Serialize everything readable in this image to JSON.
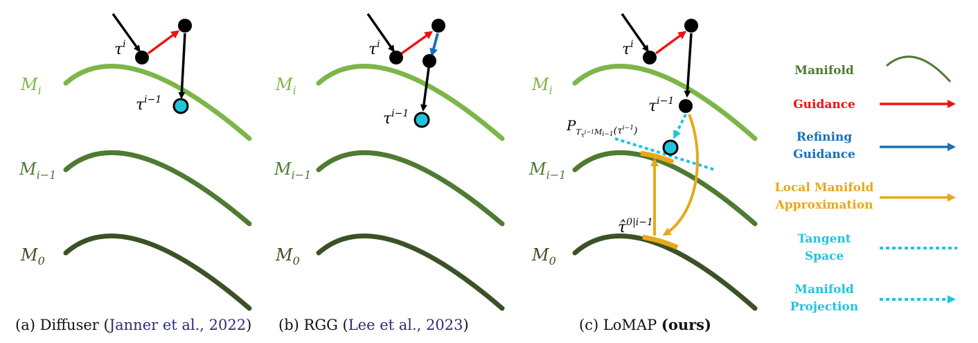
{
  "captions": {
    "a": {
      "prefix": "(a) Diffuser (",
      "cite": "Janner et al., 2022",
      "suffix": ")"
    },
    "b": {
      "prefix": "(b) RGG (",
      "cite": "Lee et al., 2023",
      "suffix": ")"
    },
    "c": {
      "prefix": "(c) LoMAP ",
      "bold": "(ours)"
    }
  },
  "manifolds": {
    "mi": {
      "main": "M",
      "sub": "i"
    },
    "mi1": {
      "main": "M",
      "sub": "i−1"
    },
    "m0": {
      "main": "M",
      "sub": "0"
    }
  },
  "points": {
    "tau_i": {
      "main": "τ",
      "sup": "i"
    },
    "tau_i1": {
      "main": "τ",
      "sup": "i−1"
    },
    "tau_hat": {
      "main": "τ̂",
      "sup": "0|i−1"
    }
  },
  "projection_label": {
    "main": "P",
    "sub1": "T",
    "sub2": "τ",
    "sub3": "i−1",
    "sub4": "M",
    "sub5": "i−1",
    "arg": "(τ",
    "argsup": "i−1",
    "close": ")"
  },
  "legend": [
    {
      "label": "Manifold",
      "color": "#4e7a32"
    },
    {
      "label": "Guidance",
      "color": "#ee1111"
    },
    {
      "label": "Refining Guidance",
      "lines": [
        "Refining",
        "Guidance"
      ],
      "color": "#1a6fbb"
    },
    {
      "label": "Local Manifold Approximation",
      "lines": [
        "Local Manifold",
        "Approximation"
      ],
      "color": "#e8a819"
    },
    {
      "label": "Tangent Space",
      "lines": [
        "Tangent",
        "Space"
      ],
      "color": "#22c4dc"
    },
    {
      "label": "Manifold Projection",
      "lines": [
        "Manifold",
        "Projection"
      ],
      "color": "#22c4dc"
    }
  ],
  "colors": {
    "manifold_top": "#7cb648",
    "manifold_mid": "#4e7a32",
    "manifold_bot": "#3a5226",
    "guidance": "#ee1111",
    "refining": "#1a6fbb",
    "lma": "#e8a819",
    "tangent": "#22c4dc",
    "point": "#000000",
    "projected": "#22c4dc"
  }
}
